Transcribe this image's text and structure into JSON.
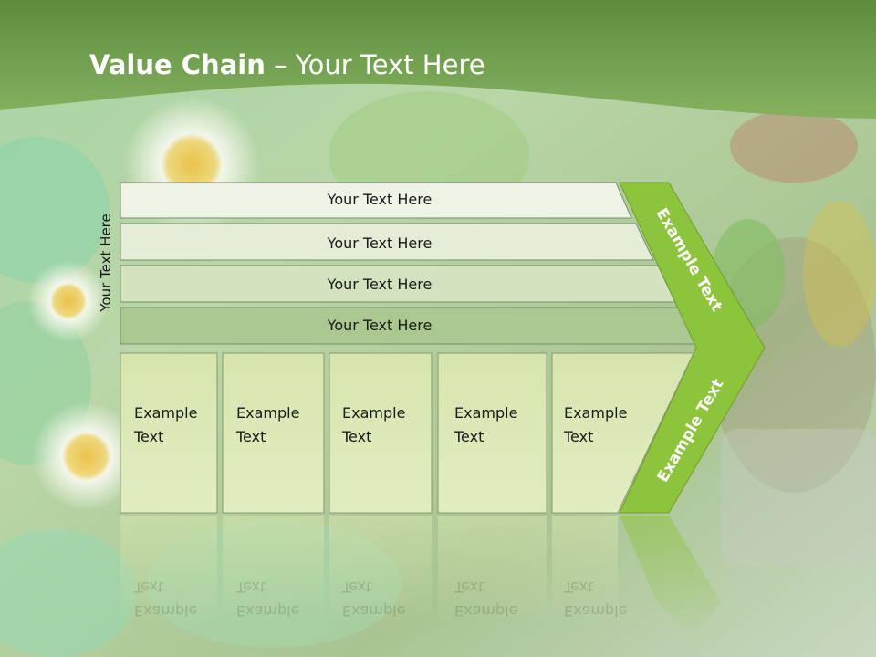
{
  "slide": {
    "title_bold": "Value Chain",
    "title_rest": " – Your Text Here",
    "side_label": "Your Text Here",
    "bands": [
      "Your Text Here",
      "Your Text Here",
      "Your Text Here",
      "Your Text Here"
    ],
    "boxes": [
      {
        "line1": "Example",
        "line2": "Text"
      },
      {
        "line1": "Example",
        "line2": "Text"
      },
      {
        "line1": "Example",
        "line2": "Text"
      },
      {
        "line1": "Example",
        "line2": "Text"
      },
      {
        "line1": "Example",
        "line2": "Text"
      }
    ],
    "chevron_top": "Example Text",
    "chevron_bottom": "Example Text"
  },
  "colors": {
    "header_green": "#76a550",
    "chevron_green": "#8cc43c",
    "band_light": "#eef3e6",
    "box_fill": "#dbe8b3"
  }
}
